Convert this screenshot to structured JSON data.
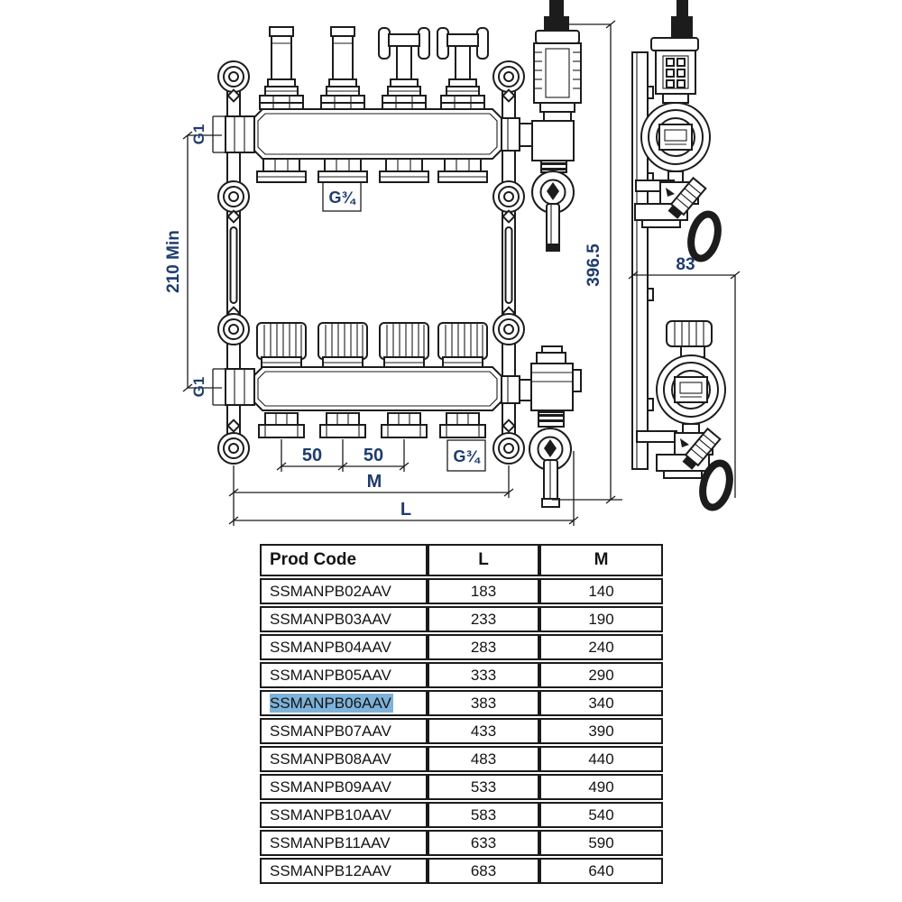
{
  "drawing": {
    "labels": {
      "g1_top": "G1",
      "g1_bottom": "G1",
      "min_height": "210 Min",
      "g34_top": "G¾",
      "g34_bottom": "G¾",
      "pitch_left": "50",
      "pitch_right": "50",
      "dim_m": "M",
      "dim_l": "L",
      "overall_height": "396.5",
      "depth": "83"
    },
    "colors": {
      "line": "#1c1c1c",
      "dim_text": "#1e3c6e"
    }
  },
  "table": {
    "headers": {
      "code": "Prod Code",
      "l": "L",
      "m": "M"
    },
    "highlight_color": "#7db2da",
    "rows": [
      {
        "code": "SSMANPB02AAV",
        "l": "183",
        "m": "140",
        "highlighted": false
      },
      {
        "code": "SSMANPB03AAV",
        "l": "233",
        "m": "190",
        "highlighted": false
      },
      {
        "code": "SSMANPB04AAV",
        "l": "283",
        "m": "240",
        "highlighted": false
      },
      {
        "code": "SSMANPB05AAV",
        "l": "333",
        "m": "290",
        "highlighted": false
      },
      {
        "code": "SSMANPB06AAV",
        "l": "383",
        "m": "340",
        "highlighted": true
      },
      {
        "code": "SSMANPB07AAV",
        "l": "433",
        "m": "390",
        "highlighted": false
      },
      {
        "code": "SSMANPB08AAV",
        "l": "483",
        "m": "440",
        "highlighted": false
      },
      {
        "code": "SSMANPB09AAV",
        "l": "533",
        "m": "490",
        "highlighted": false
      },
      {
        "code": "SSMANPB10AAV",
        "l": "583",
        "m": "540",
        "highlighted": false
      },
      {
        "code": "SSMANPB11AAV",
        "l": "633",
        "m": "590",
        "highlighted": false
      },
      {
        "code": "SSMANPB12AAV",
        "l": "683",
        "m": "640",
        "highlighted": false
      }
    ]
  }
}
